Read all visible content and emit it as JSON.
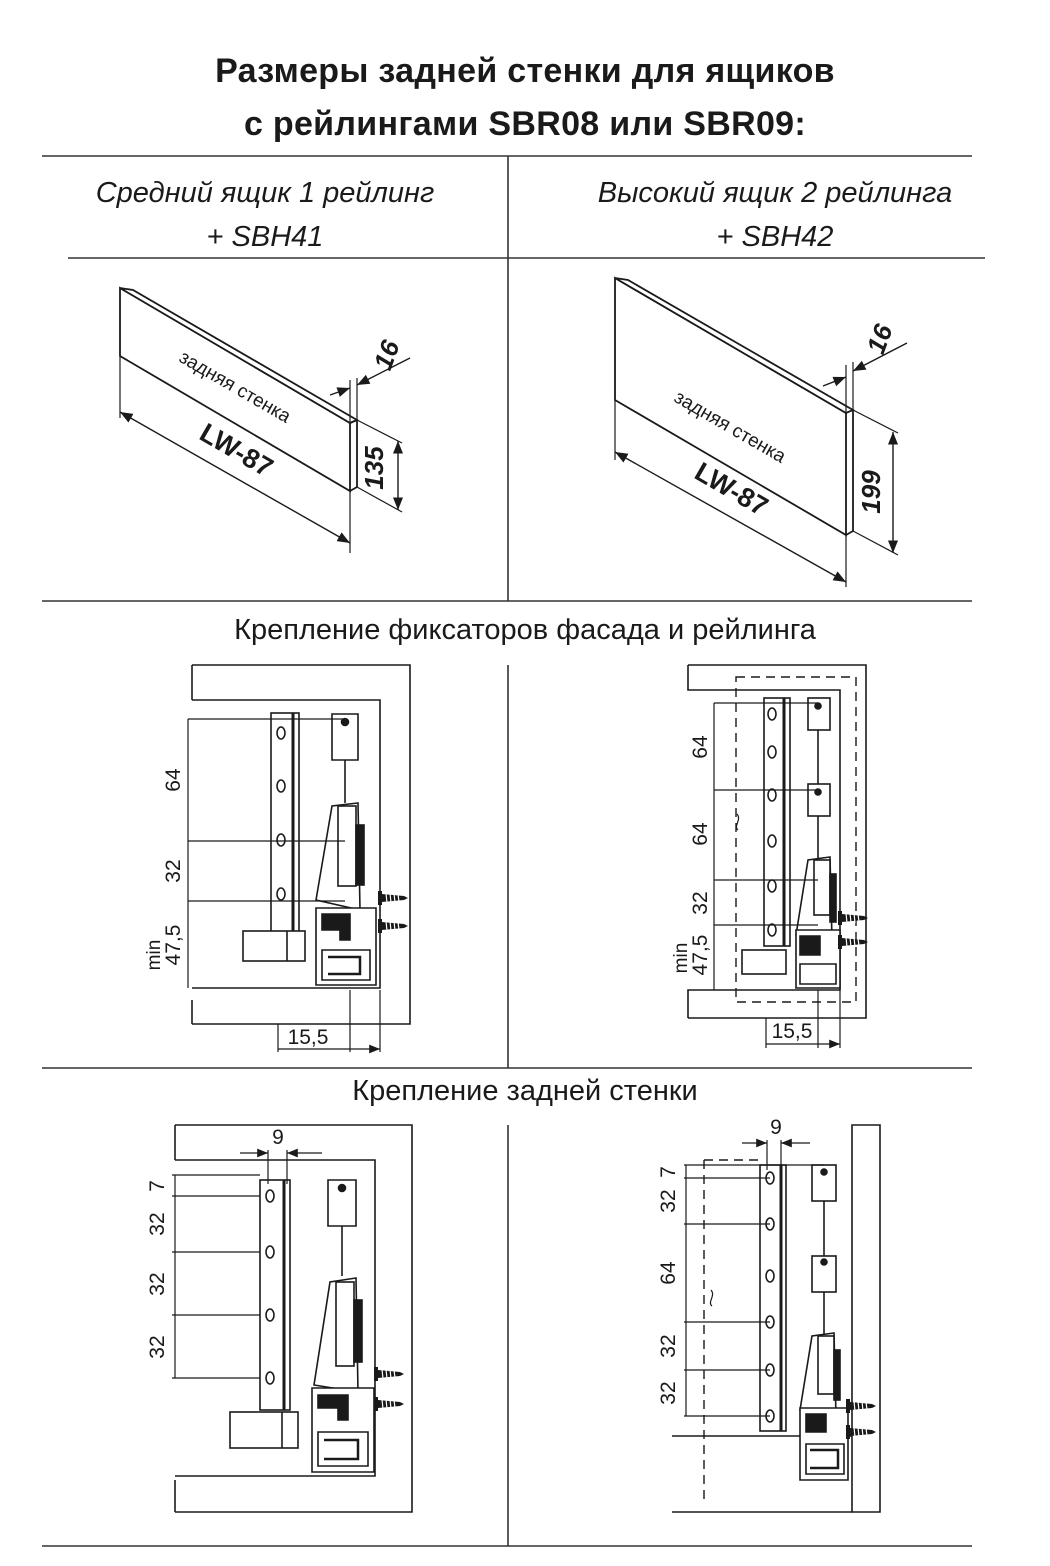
{
  "title": {
    "line1": "Размеры задней стенки для ящиков",
    "line2": "с рейлингами SBR08 или SBR09:"
  },
  "columns": [
    {
      "line1": "Средний ящик 1 рейлинг",
      "line2": "+ SBH41"
    },
    {
      "line1": "Высокий ящик 2 рейлинга",
      "line2": "+ SBH42"
    }
  ],
  "panels": [
    {
      "label": "задняя стенка",
      "length": "LW-87",
      "thickness": "16",
      "height": "135"
    },
    {
      "label": "задняя стенка",
      "length": "LW-87",
      "thickness": "16",
      "height": "199"
    }
  ],
  "sections": {
    "facade": "Крепление фиксаторов фасада и рейлинга",
    "back": "Крепление задней стенки"
  },
  "facade_dims": {
    "left": [
      "64",
      "32",
      "min",
      "47,5",
      "15,5"
    ],
    "right": [
      "64",
      "64",
      "32",
      "min",
      "47,5",
      "15,5"
    ]
  },
  "back_dims": {
    "left": [
      "9",
      "7",
      "32",
      "32",
      "32"
    ],
    "right": [
      "9",
      "7",
      "32",
      "64",
      "32",
      "32"
    ]
  },
  "colors": {
    "ink": "#1a1a1a",
    "line": "#333333"
  }
}
